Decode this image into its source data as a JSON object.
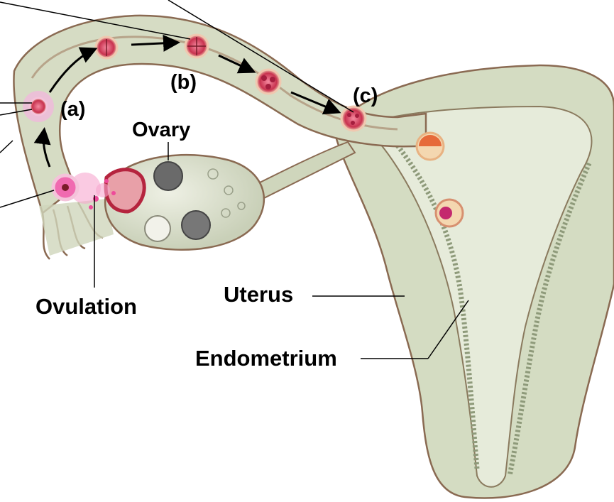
{
  "labels": {
    "a": "(a)",
    "b": "(b)",
    "c": "(c)",
    "ovary": "Ovary",
    "ovulation": "Ovulation",
    "uterus": "Uterus",
    "endometrium": "Endometrium"
  },
  "colors": {
    "tissue": "#d9dfc9",
    "tissue_dark": "#b9c4a8",
    "outline": "#7a5a45",
    "cell_fill": "#e8556e",
    "cell_ring": "#f4b8c4",
    "ovulation_pink": "#ee4a9a",
    "leader": "#000000"
  }
}
